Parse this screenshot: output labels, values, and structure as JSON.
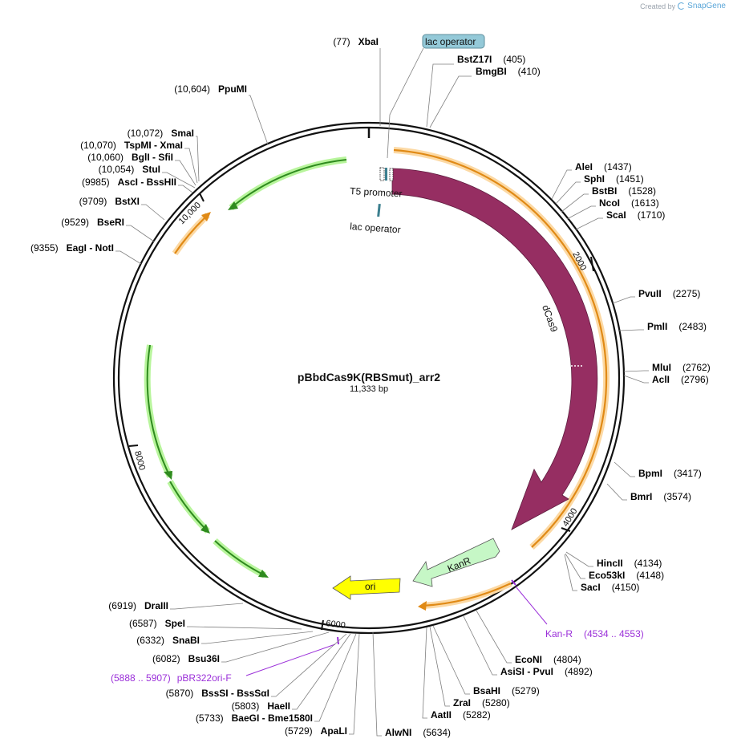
{
  "credit": {
    "prefix": "Created by",
    "brand": "SnapGene"
  },
  "plasmid": {
    "name": "pBbdCas9K(RBSmut)_arr2",
    "length_label": "11,333 bp",
    "length_bp": 11333
  },
  "ticks": [
    "2000",
    "4000",
    "6000",
    "8000",
    "10,000"
  ],
  "sites": [
    {
      "name": "XbaI",
      "pos": "(77)"
    },
    {
      "name": "BstZ17I",
      "pos": "(405)"
    },
    {
      "name": "BmgBI",
      "pos": "(410)"
    },
    {
      "name": "AleI",
      "pos": "(1437)"
    },
    {
      "name": "SphI",
      "pos": "(1451)"
    },
    {
      "name": "BstBI",
      "pos": "(1528)"
    },
    {
      "name": "NcoI",
      "pos": "(1613)"
    },
    {
      "name": "ScaI",
      "pos": "(1710)"
    },
    {
      "name": "PvuII",
      "pos": "(2275)"
    },
    {
      "name": "PmlI",
      "pos": "(2483)"
    },
    {
      "name": "MluI",
      "pos": "(2762)"
    },
    {
      "name": "AclI",
      "pos": "(2796)"
    },
    {
      "name": "BpmI",
      "pos": "(3417)"
    },
    {
      "name": "BmrI",
      "pos": "(3574)"
    },
    {
      "name": "HincII",
      "pos": "(4134)"
    },
    {
      "name": "Eco53kI",
      "pos": "(4148)"
    },
    {
      "name": "SacI",
      "pos": "(4150)"
    },
    {
      "name": "EcoNI",
      "pos": "(4804)"
    },
    {
      "name": "AsiSI  -  PvuI",
      "pos": "(4892)"
    },
    {
      "name": "BsaHI",
      "pos": "(5279)"
    },
    {
      "name": "ZraI",
      "pos": "(5280)"
    },
    {
      "name": "AatII",
      "pos": "(5282)"
    },
    {
      "name": "AlwNI",
      "pos": "(5634)"
    },
    {
      "name": "ApaLI",
      "pos": "(5729)"
    },
    {
      "name": "BaeGI  -  Bme1580I",
      "pos": "(5733)"
    },
    {
      "name": "HaeII",
      "pos": "(5803)"
    },
    {
      "name": "BssSI  -  BssSαI",
      "pos": "(5870)"
    },
    {
      "name": "Bsu36I",
      "pos": "(6082)"
    },
    {
      "name": "SnaBI",
      "pos": "(6332)"
    },
    {
      "name": "SpeI",
      "pos": "(6587)"
    },
    {
      "name": "DraIII",
      "pos": "(6919)"
    },
    {
      "name": "EagI  -  NotI",
      "pos": "(9355)"
    },
    {
      "name": "BseRI",
      "pos": "(9529)"
    },
    {
      "name": "BstXI",
      "pos": "(9709)"
    },
    {
      "name": "AscI  -  BssHII",
      "pos": "(9985)"
    },
    {
      "name": "StuI",
      "pos": "(10,054)"
    },
    {
      "name": "BglI  -  SfiI",
      "pos": "(10,060)"
    },
    {
      "name": "TspMI  -  XmaI",
      "pos": "(10,070)"
    },
    {
      "name": "SmaI",
      "pos": "(10,072)"
    },
    {
      "name": "PpuMI",
      "pos": "(10,604)"
    }
  ],
  "primers": [
    {
      "name": "Kan-R",
      "range": "(4534 .. 4553)"
    },
    {
      "name": "pBR322ori-F",
      "range": "(5888 .. 5907)"
    }
  ],
  "features": {
    "lac_operator_top": "lac operator",
    "lac_operator_inner": "lac operator",
    "t5_promoter": "T5 promoter",
    "dcas9": "dCas9",
    "kanr": "KanR",
    "ori": "ori"
  },
  "colors": {
    "backbone": "#111111",
    "dcas9": "#962e62",
    "kanr": "#c6f7c6",
    "ori": "#ffff00",
    "orange_arc": "#e08a16",
    "orange_halo": "#fcd9a4",
    "green_arc": "#2f8b1f",
    "green_halo": "#b8f59c",
    "lac_operator_box": "#94c9d8",
    "primer": "#9b30d9"
  }
}
